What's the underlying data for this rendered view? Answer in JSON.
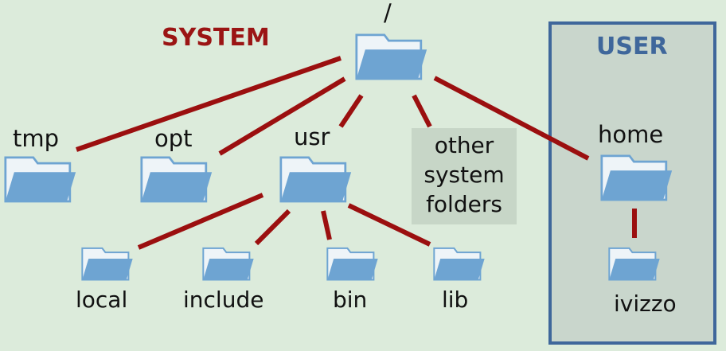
{
  "sections": {
    "system": {
      "label": "SYSTEM",
      "color": "#9b1414"
    },
    "user": {
      "label": "USER",
      "color": "#3f679b"
    }
  },
  "colors": {
    "background": "#dcebdb",
    "connector": "#9b0f0f",
    "folder": "#6ea4d2",
    "user_box_fill": "#c9d6cc",
    "user_box_border": "#3f679b"
  },
  "icon": "folder-icon",
  "nodes": {
    "root": "/",
    "tmp": "tmp",
    "opt": "opt",
    "usr": "usr",
    "other": [
      "other",
      "system",
      "folders"
    ],
    "home": "home",
    "local": "local",
    "include": "include",
    "bin": "bin",
    "lib": "lib",
    "ivizzo": "ivizzo"
  }
}
